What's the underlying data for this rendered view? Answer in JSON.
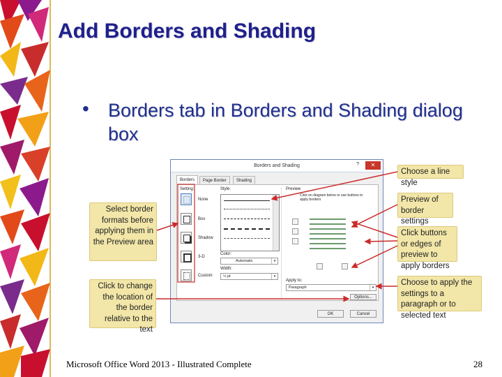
{
  "slide": {
    "title": "Add Borders and Shading",
    "bullet": "Borders tab in Borders and Shading dialog box",
    "footer": "Microsoft Office Word 2013 - Illustrated Complete",
    "page_number": "28"
  },
  "dialog": {
    "title": "Borders and Shading",
    "help": "?",
    "close": "✕",
    "tabs": [
      {
        "label": "Borders",
        "active": true
      },
      {
        "label": "Page Border",
        "active": false
      },
      {
        "label": "Shading",
        "active": false
      }
    ],
    "setting_label": "Setting:",
    "settings": [
      {
        "label": "None"
      },
      {
        "label": "Box"
      },
      {
        "label": "Shadow"
      },
      {
        "label": "3-D"
      },
      {
        "label": "Custom"
      }
    ],
    "style_label": "Style:",
    "color_label": "Color:",
    "color_value": "Automatic",
    "width_label": "Width:",
    "width_value": "½ pt",
    "preview_label": "Preview",
    "preview_hint": "Click on diagram below or use buttons to apply borders",
    "apply_to_label": "Apply to:",
    "apply_to_value": "Paragraph",
    "options_button": "Options...",
    "ok_button": "OK",
    "cancel_button": "Cancel"
  },
  "callouts": {
    "line_style": "Choose a line style",
    "preview_settings": "Preview of border settings",
    "click_buttons": "Click buttons or edges of preview to apply borders",
    "apply_to": "Choose to apply the settings to a paragraph or to selected text",
    "select_formats": "Select border formats before applying them in the Preview area",
    "change_location": "Click to change the location of the border relative to the text"
  },
  "colors": {
    "title": "#1f1f8c",
    "callout_bg": "#f2e6a8",
    "arrow": "#cc2a2a"
  }
}
